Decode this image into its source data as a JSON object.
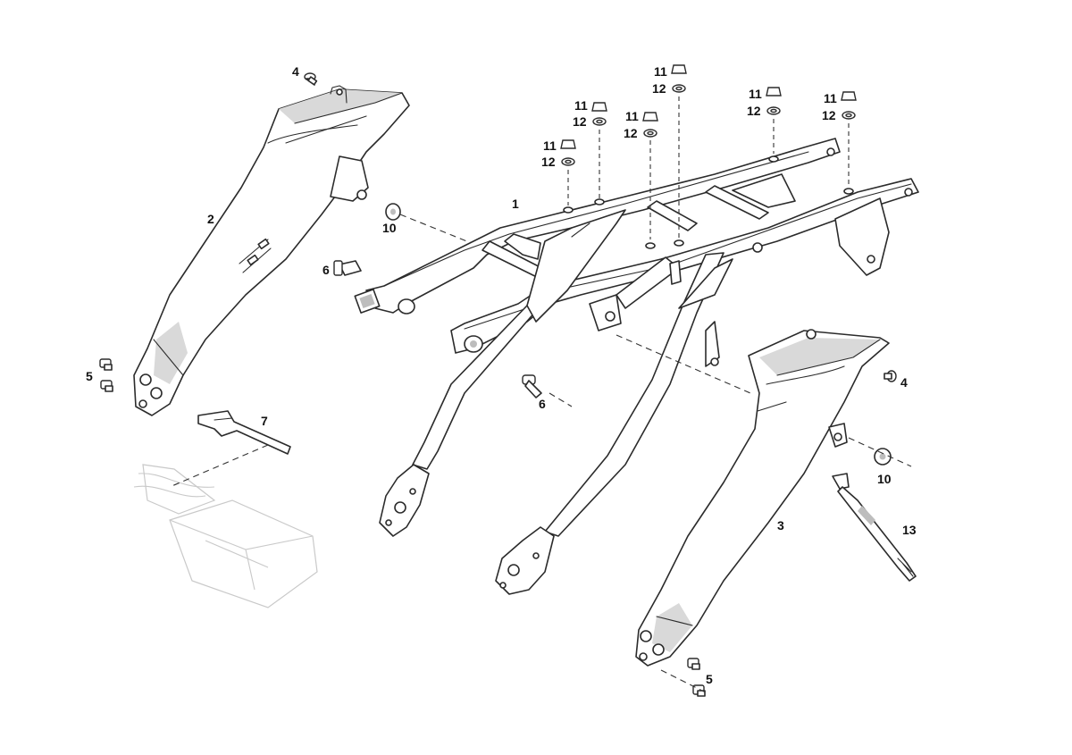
{
  "diagram": {
    "type": "exploded-parts-diagram",
    "callouts": {
      "frame": "1",
      "left_cover": "2",
      "right_cover": "3",
      "screw_top_left": "4",
      "screw_right": "4",
      "bolt_left": "5",
      "bolt_bottom_right": "5",
      "bolt_frame_left": "6",
      "bolt_frame_center": "6",
      "bracket": "7",
      "washer_left": "10",
      "washer_right": "10",
      "nut_a": "11",
      "nut_b": "11",
      "nut_c": "11",
      "nut_d": "11",
      "nut_e": "11",
      "nut_f": "11",
      "washer_a": "12",
      "washer_b": "12",
      "washer_c": "12",
      "washer_d": "12",
      "washer_e": "12",
      "washer_f": "12",
      "long_bolt": "13"
    },
    "colors": {
      "line": "#2b2b2b",
      "faint": "#c9c9c9",
      "shade": "#d9d9d9"
    }
  }
}
